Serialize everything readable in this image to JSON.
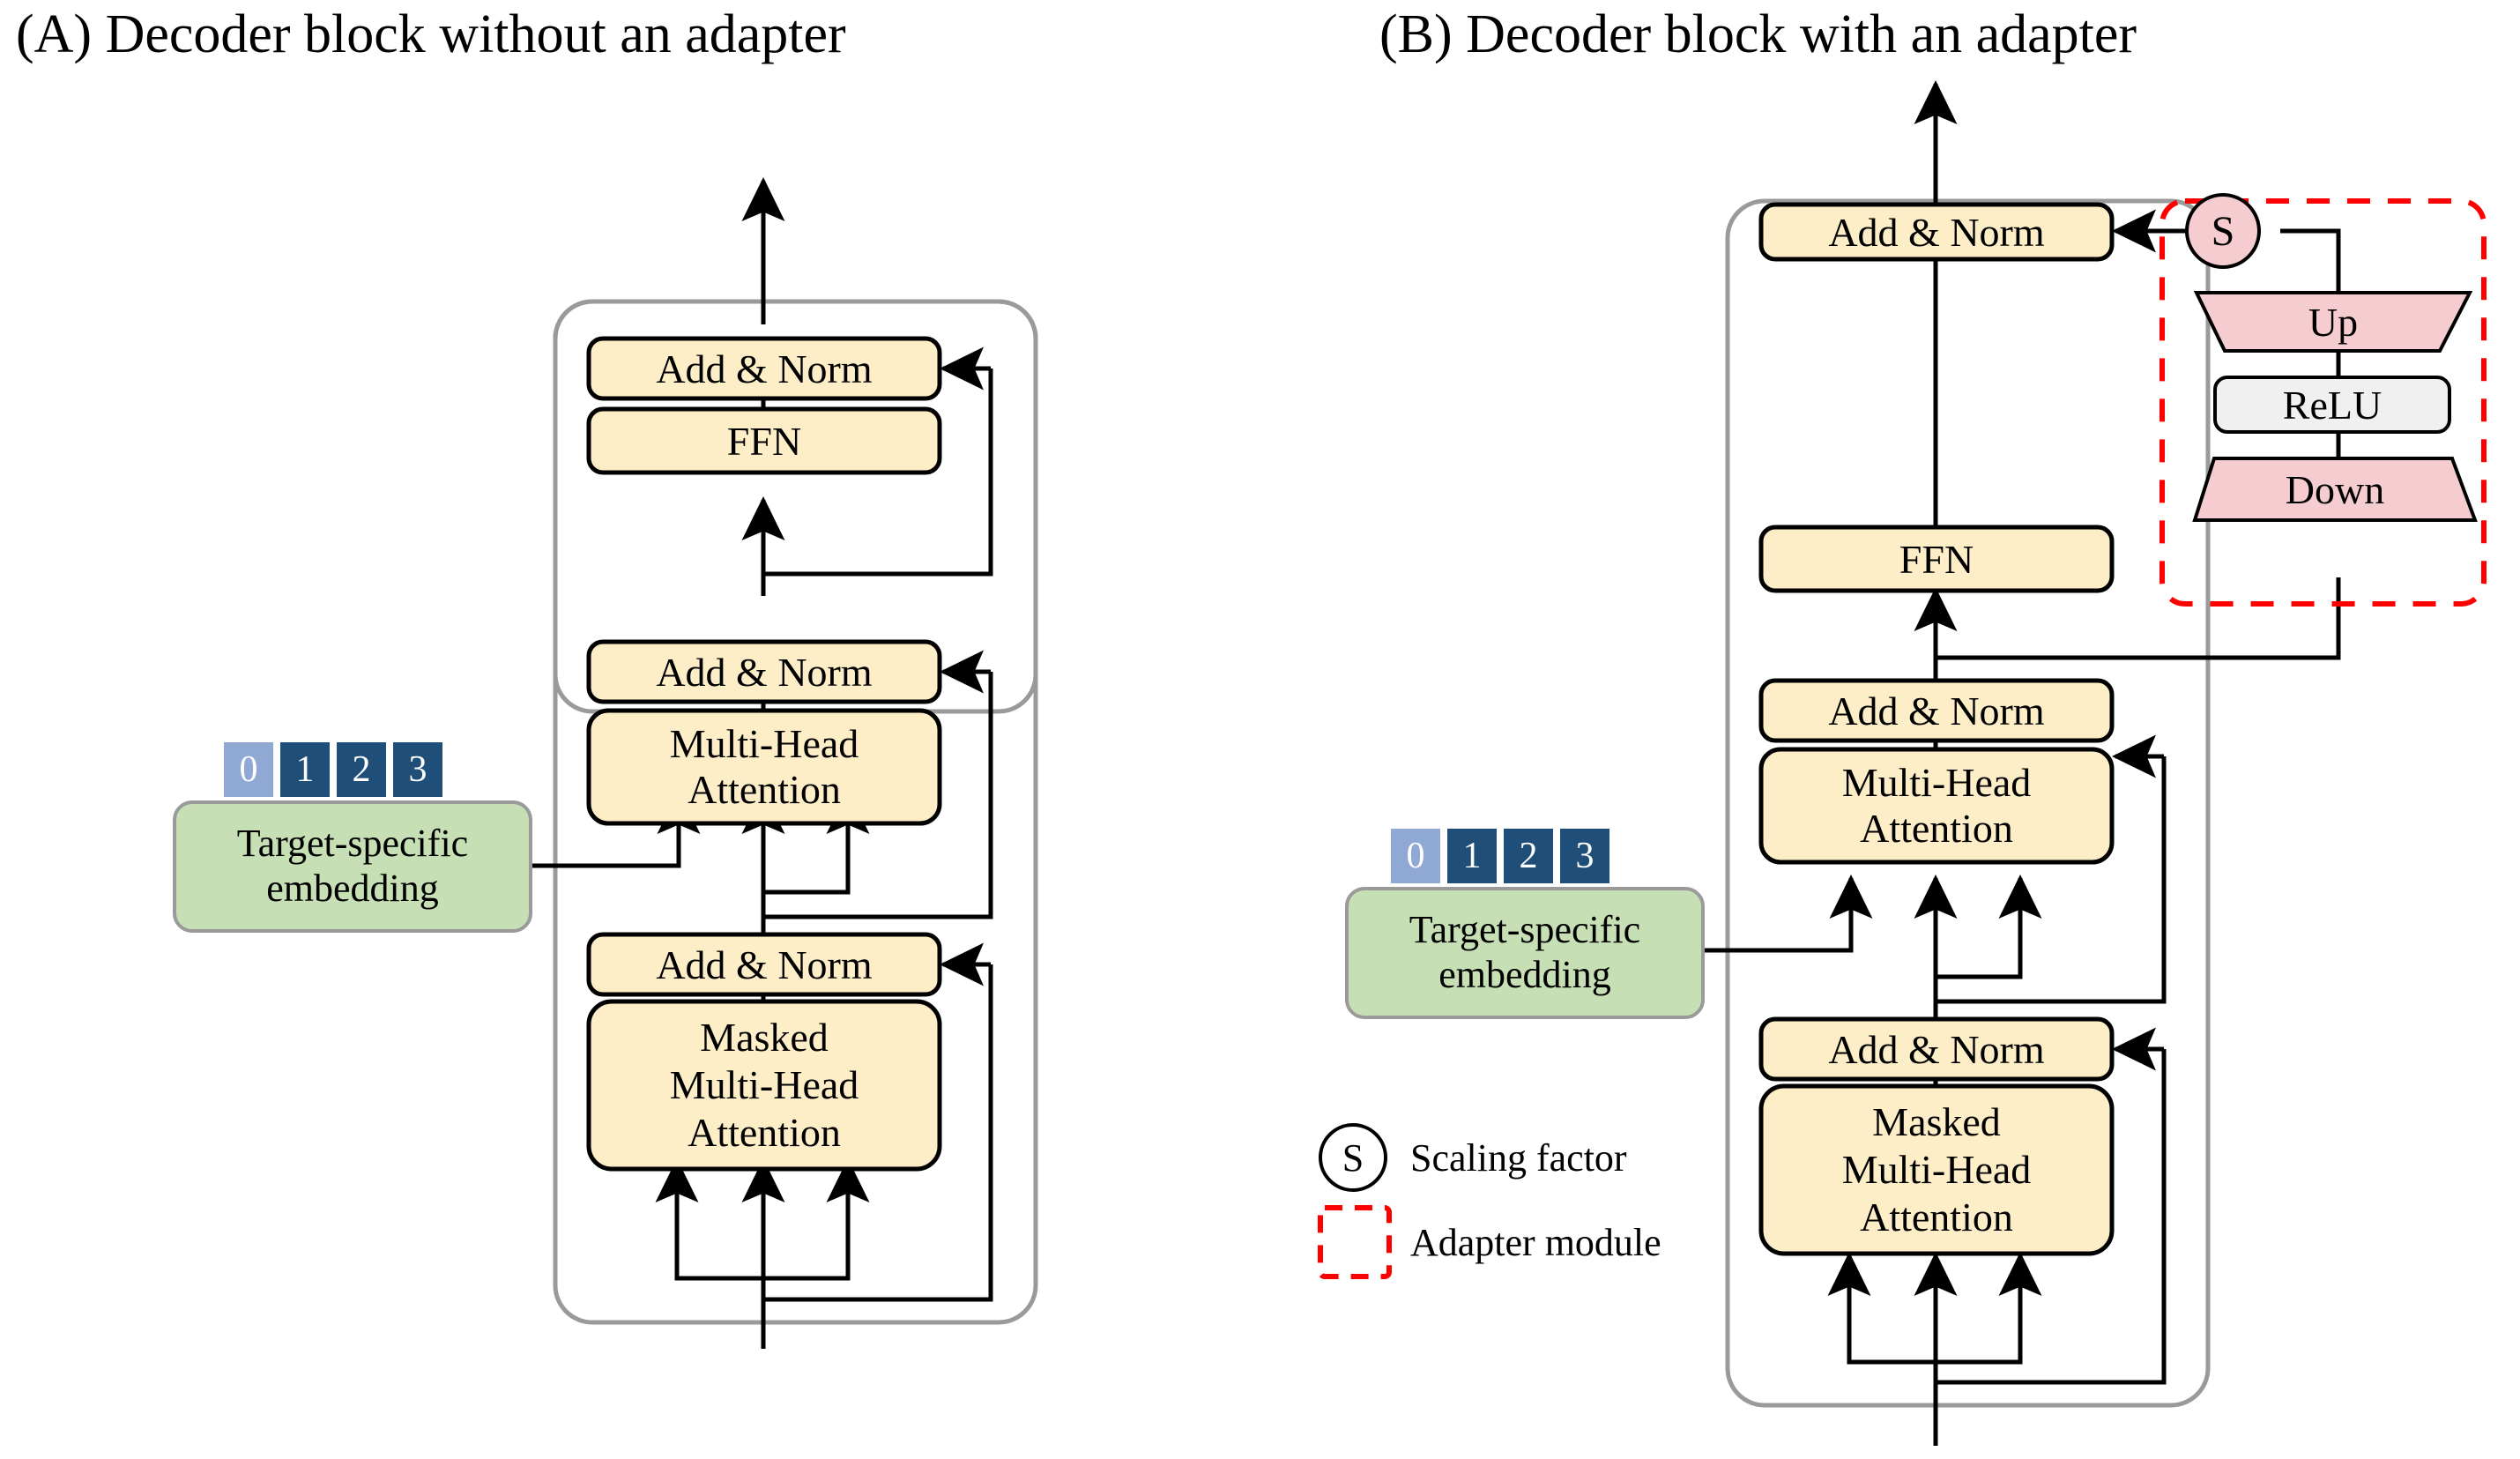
{
  "panels": [
    {
      "id": "A",
      "title": "(A) Decoder block without an adapter",
      "blocks": [
        {
          "name": "add-norm-top",
          "label": "Add & Norm"
        },
        {
          "name": "ffn",
          "label": "FFN"
        },
        {
          "name": "add-norm-mid",
          "label": "Add & Norm"
        },
        {
          "name": "multi-head-attention",
          "label": "Multi-Head\nAttention"
        },
        {
          "name": "add-norm-bottom",
          "label": "Add & Norm"
        },
        {
          "name": "masked-multi-head-attention",
          "label": "Masked\nMulti-Head\nAttention"
        }
      ],
      "embedding": {
        "tokens": [
          "0",
          "1",
          "2",
          "3"
        ],
        "label": "Target-specific\nembedding"
      }
    },
    {
      "id": "B",
      "title": "(B) Decoder block with an adapter",
      "blocks": [
        {
          "name": "add-norm-top",
          "label": "Add & Norm"
        },
        {
          "name": "ffn",
          "label": "FFN"
        },
        {
          "name": "add-norm-mid",
          "label": "Add & Norm"
        },
        {
          "name": "multi-head-attention",
          "label": "Multi-Head\nAttention"
        },
        {
          "name": "add-norm-bottom",
          "label": "Add & Norm"
        },
        {
          "name": "masked-multi-head-attention",
          "label": "Masked\nMulti-Head\nAttention"
        }
      ],
      "embedding": {
        "tokens": [
          "0",
          "1",
          "2",
          "3"
        ],
        "label": "Target-specific\nembedding"
      },
      "adapter": {
        "scaling_symbol": "S",
        "up_label": "Up",
        "relu_label": "ReLU",
        "down_label": "Down"
      },
      "legend": [
        {
          "name": "scaling-factor",
          "symbol": "S",
          "text": "Scaling factor"
        },
        {
          "name": "adapter-module",
          "symbol": "",
          "text": "Adapter module"
        }
      ]
    }
  ],
  "colors": {
    "block_fill": "#fdeec8",
    "block_stroke": "#000000",
    "container_stroke": "#9a9a9a",
    "embed_fill": "#c6dfb4",
    "embed_stroke": "#9a9a9a",
    "token_light": "#8fa9d4",
    "token_dark": "#1f4e79",
    "token_text": "#ffffff",
    "adapter_pink": "#f5cdd0",
    "adapter_gray": "#f0f0f0",
    "adapter_dash": "#ff0000",
    "line": "#000000",
    "background": "#ffffff"
  }
}
